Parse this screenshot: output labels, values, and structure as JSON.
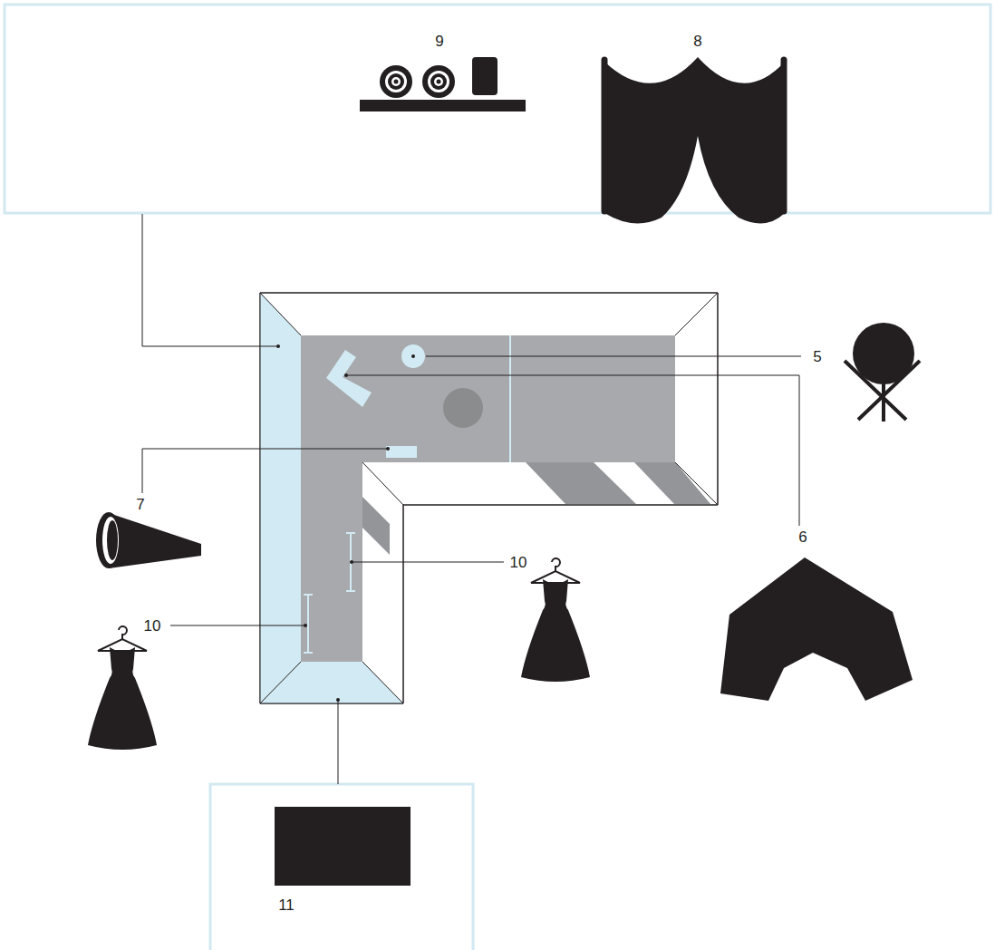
{
  "diagram": {
    "labels": [
      "9",
      "8",
      "5",
      "6",
      "7",
      "10",
      "10",
      "11"
    ]
  }
}
